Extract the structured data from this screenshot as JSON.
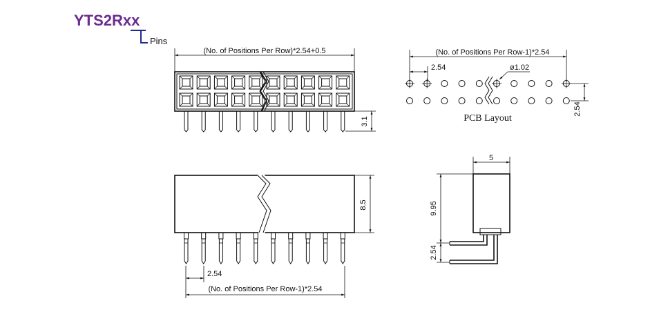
{
  "header": {
    "part_number": "YTS2Rxx",
    "pins_label": "Pins",
    "accent_color": "#6a2c8e",
    "bracket_color": "#1d2b8f"
  },
  "top_view": {
    "width_dim": "(No. of Positions Per Row)*2.54+0.5",
    "pin_length_dim": "3.1",
    "cells_per_row": 10
  },
  "pcb_layout": {
    "span_dim": "(No. of Positions Per Row-1)*2.54",
    "pitch_dim": "2.54",
    "hole_dim": "ø1.02",
    "row_pitch_dim": "2.54",
    "caption": "PCB Layout",
    "holes_per_row": 10
  },
  "front_view": {
    "height_dim": "8.5",
    "pitch_dim": "2.54",
    "span_dim": "(No. of Positions Per Row-1)*2.54",
    "pins": 10
  },
  "side_view": {
    "width_dim": "5",
    "height_dim": "9.95",
    "row_pitch_dim": "2.54"
  }
}
